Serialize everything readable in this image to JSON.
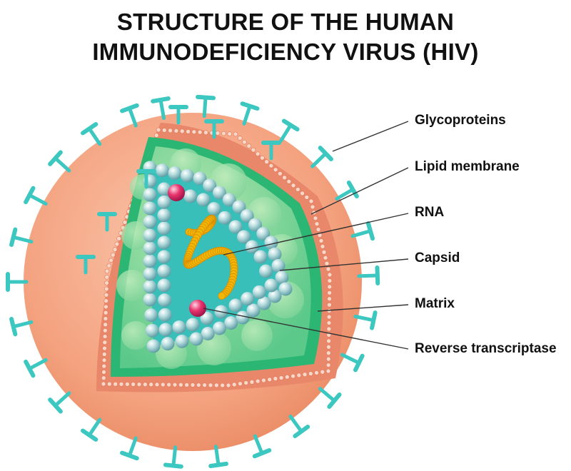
{
  "title": {
    "line1": "STRUCTURE OF THE HUMAN",
    "line2": "IMMUNODEFICIENCY VIRUS (HIV)"
  },
  "labels": {
    "glycoproteins": "Glycoproteins",
    "lipid_membrane": "Lipid membrane",
    "rna": "RNA",
    "capsid": "Capsid",
    "matrix": "Matrix",
    "reverse_transcriptase": "Reverse transcriptase"
  },
  "colors": {
    "outer_shell": "#F4A27F",
    "membrane_band": "#E9876A",
    "lipid_dot": "#F8D7C8",
    "spike": "#3CC7C0",
    "matrix": "#2BB673",
    "interior": "#8FD8A0",
    "capsid_bead": "#9BC9CC",
    "core_fill": "#39BFB9",
    "rna": "#F2B705",
    "enzyme": "#E8336E"
  }
}
